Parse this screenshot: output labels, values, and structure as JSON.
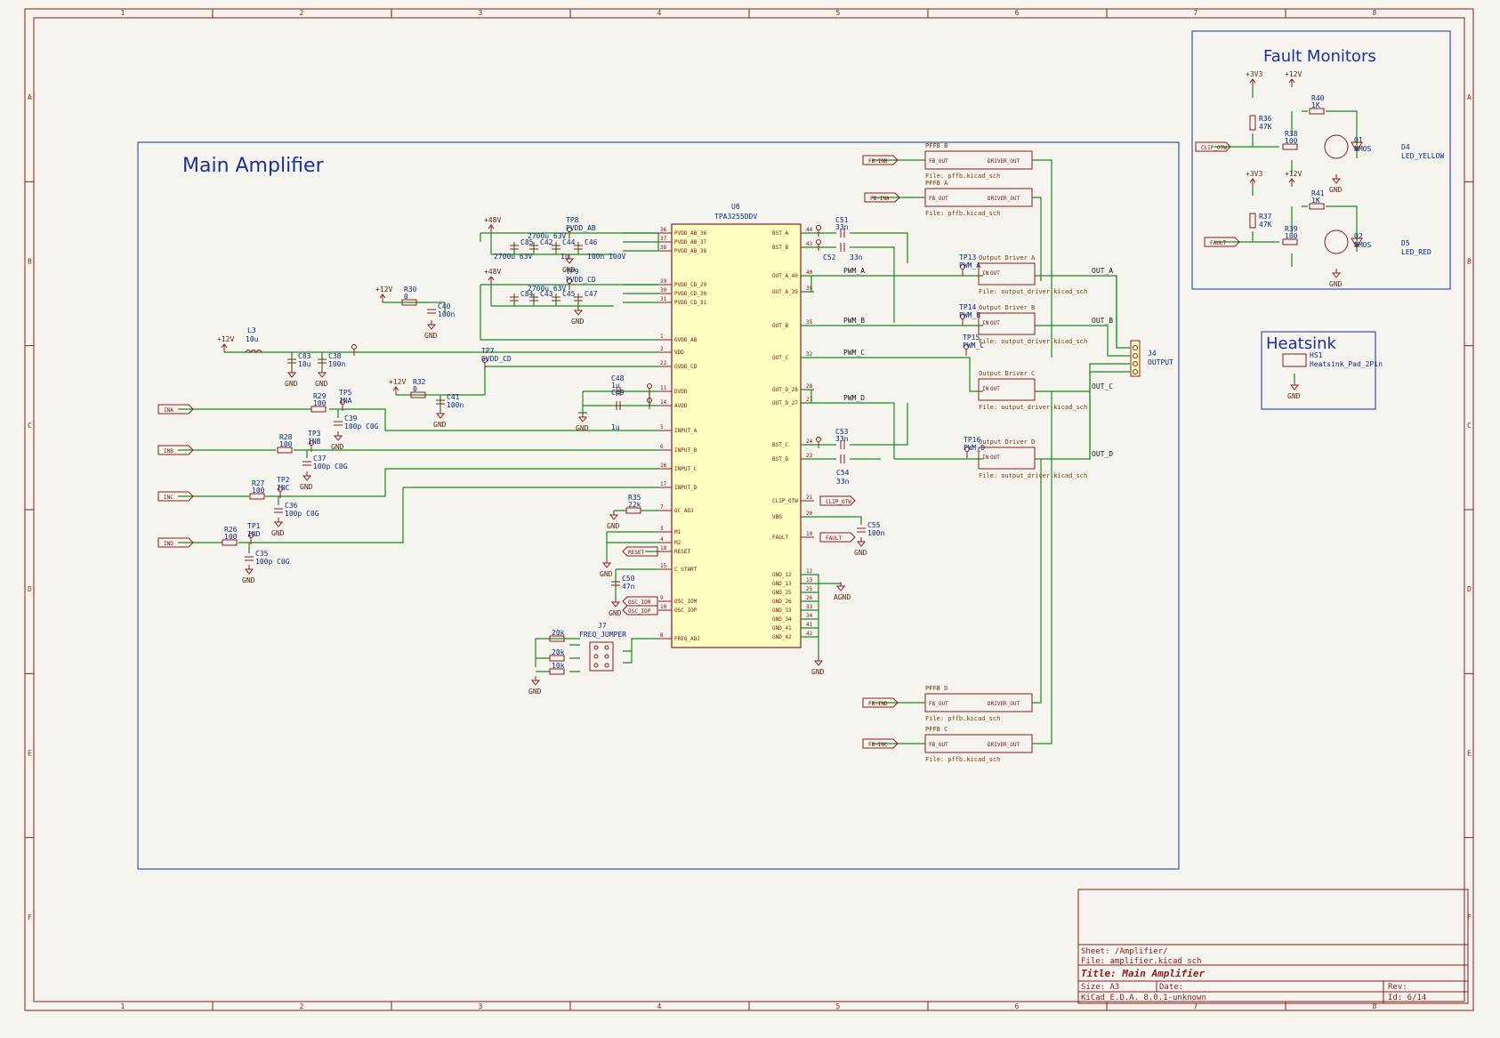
{
  "frame": {
    "col_numbers": [
      "1",
      "2",
      "3",
      "4",
      "5",
      "6",
      "7",
      "8"
    ],
    "row_letters": [
      "A",
      "B",
      "C",
      "D",
      "E",
      "F"
    ]
  },
  "groups": {
    "main": "Main Amplifier",
    "fault": "Fault Monitors",
    "heatsink": "Heatsink"
  },
  "ic": {
    "ref": "U6",
    "value": "TPA3255DDV",
    "left_pins": [
      {
        "num": "36",
        "name": "PVDD_AB_36"
      },
      {
        "num": "37",
        "name": "PVDD_AB_37"
      },
      {
        "num": "38",
        "name": "PVDD_AB_38"
      },
      {
        "num": "29",
        "name": "PVDD_CD_29"
      },
      {
        "num": "30",
        "name": "PVDD_CD_30"
      },
      {
        "num": "31",
        "name": "PVDD_CD_31"
      },
      {
        "num": "1",
        "name": "GVDD_AB"
      },
      {
        "num": "2",
        "name": "VDD"
      },
      {
        "num": "22",
        "name": "GVDD_CD"
      },
      {
        "num": "11",
        "name": "DVDD"
      },
      {
        "num": "14",
        "name": "AVDD"
      },
      {
        "num": "5",
        "name": "INPUT_A"
      },
      {
        "num": "6",
        "name": "INPUT_B"
      },
      {
        "num": "16",
        "name": "INPUT_C"
      },
      {
        "num": "17",
        "name": "INPUT_D"
      },
      {
        "num": "7",
        "name": "OC_ADJ"
      },
      {
        "num": "3",
        "name": "M1"
      },
      {
        "num": "4",
        "name": "M2"
      },
      {
        "num": "18",
        "name": "RESET"
      },
      {
        "num": "15",
        "name": "C_START"
      },
      {
        "num": "9",
        "name": "OSC_IOM"
      },
      {
        "num": "10",
        "name": "OSC_IOP"
      },
      {
        "num": "8",
        "name": "FREQ_ADJ"
      }
    ],
    "right_pins": [
      {
        "num": "44",
        "name": "BST_A"
      },
      {
        "num": "43",
        "name": "BST_B"
      },
      {
        "num": "40",
        "name": "OUT_A_40"
      },
      {
        "num": "39",
        "name": "OUT_A_39"
      },
      {
        "num": "35",
        "name": "OUT_B"
      },
      {
        "num": "32",
        "name": "OUT_C"
      },
      {
        "num": "28",
        "name": "OUT_D_28"
      },
      {
        "num": "27",
        "name": "OUT_D_27"
      },
      {
        "num": "24",
        "name": "BST_C"
      },
      {
        "num": "23",
        "name": "BST_D"
      },
      {
        "num": "21",
        "name": "CLIP_OTW"
      },
      {
        "num": "20",
        "name": "VBG"
      },
      {
        "num": "19",
        "name": "FAULT"
      },
      {
        "num": "12",
        "name": "GND_12"
      },
      {
        "num": "13",
        "name": "GND_13"
      },
      {
        "num": "25",
        "name": "GND_25"
      },
      {
        "num": "26",
        "name": "GND_26"
      },
      {
        "num": "33",
        "name": "GND_33"
      },
      {
        "num": "34",
        "name": "GND_34"
      },
      {
        "num": "41",
        "name": "GND_41"
      },
      {
        "num": "42",
        "name": "GND_42"
      }
    ]
  },
  "sheets": {
    "pffb_b": {
      "name": "PFFB B",
      "in": "FB_OUT",
      "out": "DRIVER_OUT",
      "file": "File: pffb.kicad_sch"
    },
    "pffb_a": {
      "name": "PFFB A",
      "in": "FB_OUT",
      "out": "DRIVER_OUT",
      "file": "File: pffb.kicad_sch"
    },
    "pffb_d": {
      "name": "PFFB D",
      "in": "FB_OUT",
      "out": "DRIVER_OUT",
      "file": "File: pffb.kicad_sch"
    },
    "pffb_c": {
      "name": "PFFB C",
      "in": "FB_OUT",
      "out": "DRIVER_OUT",
      "file": "File: pffb.kicad_sch"
    },
    "drv_a": {
      "name": "Output Driver A",
      "in": "IN",
      "out": "OUT",
      "file": "File: output_driver.kicad_sch"
    },
    "drv_b": {
      "name": "Output Driver B",
      "in": "IN",
      "out": "OUT",
      "file": "File: output_driver.kicad_sch"
    },
    "drv_c": {
      "name": "Output Driver C",
      "in": "IN",
      "out": "OUT",
      "file": "File: output_driver.kicad_sch"
    },
    "drv_d": {
      "name": "Output Driver D",
      "in": "IN",
      "out": "OUT",
      "file": "File: output_driver.kicad_sch"
    }
  },
  "labels": {
    "ina": "INA",
    "inb": "INB",
    "inc": "INC",
    "ind": "IND",
    "fb_ina": "FB-INA",
    "fb_inb": "FB-INB",
    "fb_inc": "FB-INC",
    "fb_ind": "FB-IND",
    "reset": "RESET",
    "osc_iom": "OSC_IOM",
    "osc_iop": "OSC_IOP",
    "clip_otw": "CLIP_OTW",
    "fault": "FAULT",
    "pwm_a": "PWM_A",
    "pwm_b": "PWM_B",
    "pwm_c": "PWM_C",
    "pwm_d": "PWM_D",
    "out_a": "OUT_A",
    "out_b": "OUT_B",
    "out_c": "OUT_C",
    "out_d": "OUT_D"
  },
  "power": {
    "p48": "+48V",
    "p12": "+12V",
    "p3v3": "+3V3",
    "gnd": "GND",
    "agnd": "AGND"
  },
  "components": {
    "c85": "C85",
    "c85v": "2700u 63V",
    "c42": "C42",
    "c42v": "2700u 63V",
    "c44": "C44",
    "c44v": "1u",
    "c46": "C46",
    "c46v": "100n 100V",
    "c84": "C84",
    "c43": "C43",
    "c45": "C45",
    "c47": "C47",
    "tp8": "TP8",
    "tp8v": "PVDD_AB",
    "tp9": "TP9",
    "tp9v": "PVDD_CD",
    "r30": "R30",
    "r30v": "0",
    "c40": "C40",
    "c40v": "100n",
    "l3": "L3",
    "l3v": "10u",
    "c83": "C83",
    "c83v": "10u",
    "c38": "C38",
    "c38v": "100n",
    "r32": "R32",
    "r32v": "0",
    "tp7": "TP7",
    "tp7v": "GVDD_CD",
    "c41": "C41",
    "c41v": "100n",
    "c48": "C48",
    "c48v": "1u",
    "c49": "C49",
    "c49v": "1u",
    "r29": "R29",
    "r29v": "100",
    "tp5": "TP5",
    "tp5v": "INA",
    "c39": "C39",
    "c39v": "100p C0G",
    "r28": "R28",
    "r28v": "100",
    "tp3": "TP3",
    "tp3v": "INB",
    "c37": "C37",
    "c37v": "100p C0G",
    "r27": "R27",
    "r27v": "100",
    "tp2": "TP2",
    "tp2v": "INC",
    "c36": "C36",
    "c36v": "100p C0G",
    "r26": "R26",
    "r26v": "100",
    "tp1": "TP1",
    "tp1v": "IND",
    "c35": "C35",
    "c35v": "100p C0G",
    "r35": "R35",
    "r35v": "22k",
    "c50": "C50",
    "c50v": "47n",
    "j7": "J7",
    "j7v": "FREQ_JUMPER",
    "r_f1": "20k",
    "r_f2": "20k",
    "r_f3": "10k",
    "c51": "C51",
    "c51v": "33n",
    "c52": "C52",
    "c52v": "33n",
    "c53": "C53",
    "c53v": "33n",
    "c54": "C54",
    "c54v": "33n",
    "c55": "C55",
    "c55v": "100n",
    "tp13": "TP13",
    "tp14": "TP14",
    "tp15": "TP15",
    "tp16": "TP16",
    "j4": "J4",
    "j4v": "OUTPUT",
    "r36": "R36",
    "r36v": "47K",
    "r38": "R38",
    "r38v": "100",
    "r40": "R40",
    "r40v": "1K",
    "q1": "Q1",
    "q1v": "NMOS",
    "d4": "D4",
    "d4v": "LED_YELLOW",
    "r37": "R37",
    "r37v": "47K",
    "r39": "R39",
    "r39v": "100",
    "r41": "R41",
    "r41v": "1K",
    "q2": "Q2",
    "q2v": "NMOS",
    "d5": "D5",
    "d5v": "LED_RED",
    "clip_otw_in": "CLIP_OTW",
    "fault_in": "FAULT",
    "hs1": "HS1",
    "hs1v": "Heatsink_Pad_2Pin"
  },
  "title_block": {
    "sheet": "Sheet: /Amplifier/",
    "file": "File: amplifier.kicad_sch",
    "title": "Title: Main Amplifier",
    "size": "Size: A3",
    "date": "Date:",
    "rev": "Rev:",
    "tool": "KiCad E.D.A. 8.0.1-unknown",
    "id": "Id: 6/14"
  }
}
